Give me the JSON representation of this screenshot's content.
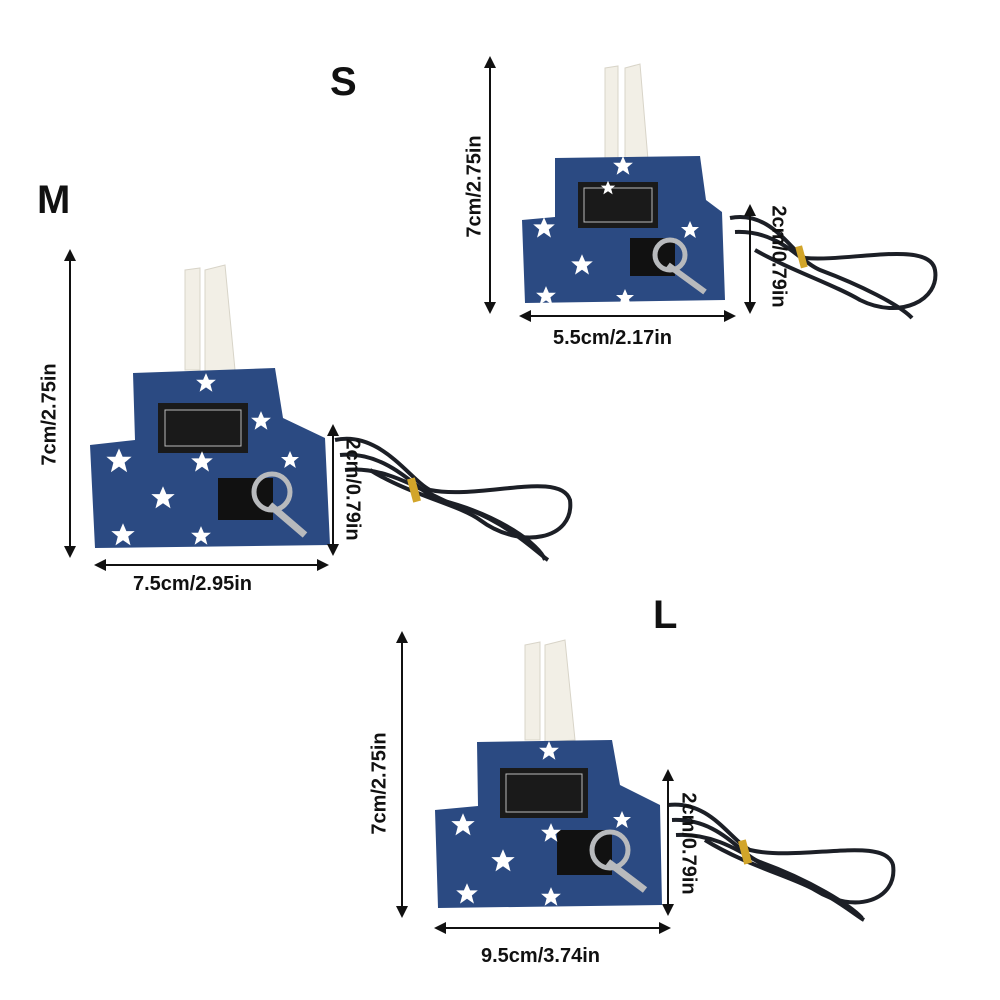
{
  "sizes": {
    "s": {
      "letter": "S",
      "height": "7cm/2.75in",
      "width": "5.5cm/2.17in",
      "strap": "2cm/0.79in"
    },
    "m": {
      "letter": "M",
      "height": "7cm/2.75in",
      "width": "7.5cm/2.95in",
      "strap": "2cm/0.79in"
    },
    "l": {
      "letter": "L",
      "height": "7cm/2.75in",
      "width": "9.5cm/3.74in",
      "strap": "2cm/0.79in"
    }
  },
  "colors": {
    "denim": "#2b4a82",
    "strap": "#f2efe6",
    "leash": "#1c1f26",
    "ring": "#b8babd",
    "label": "#1a1a1a",
    "gold": "#d2a52a"
  }
}
